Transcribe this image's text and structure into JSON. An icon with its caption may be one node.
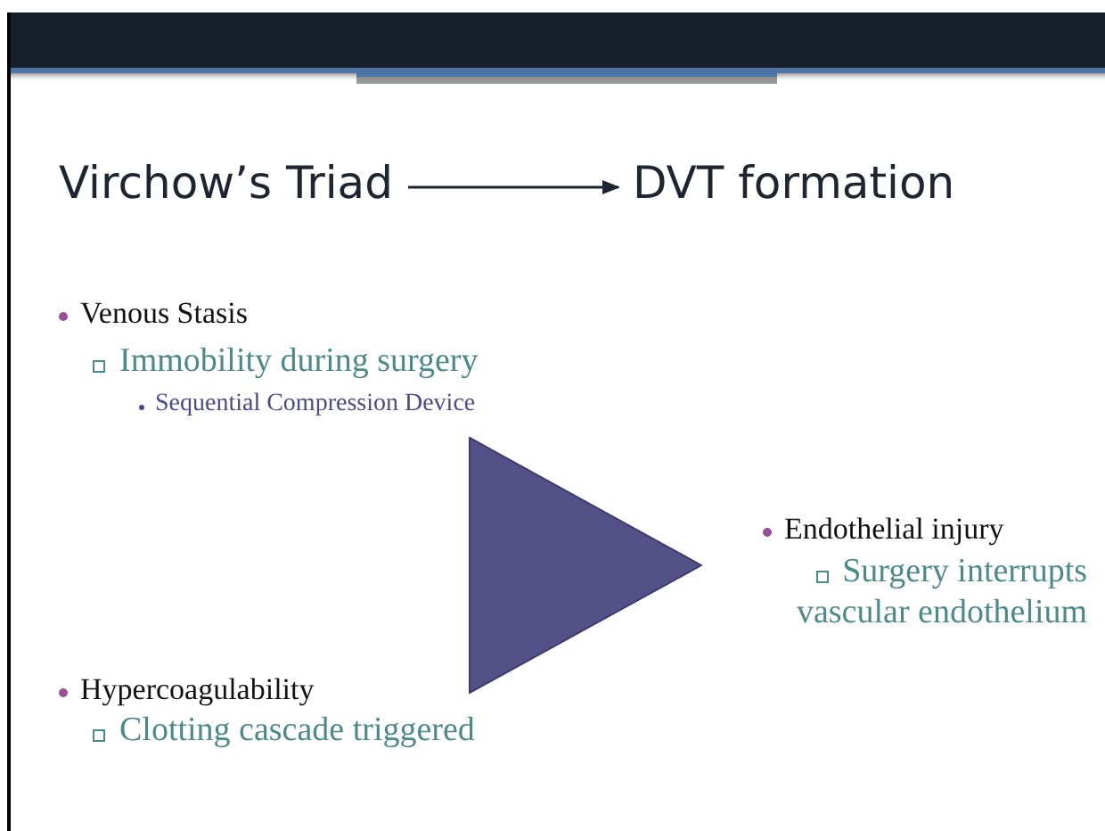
{
  "diagram": {
    "nodes": [
      {
        "text": [
          "Virchow’s Triad"
        ]
      },
      {
        "text": [
          "DVT formation"
        ]
      },
      {
        "text": [],
        "shape": "triangle"
      }
    ],
    "edges": [
      {
        "from": 0,
        "to": 1,
        "arrow": "to"
      }
    ],
    "labels": [
      "Venous Stasis",
      "Immobility during surgery",
      "Sequential Compression Device",
      "Endothelial injury",
      "Surgery interrupts vascular endothelium",
      "Hypercoagulability",
      "Clotting cascade triggered"
    ]
  }
}
